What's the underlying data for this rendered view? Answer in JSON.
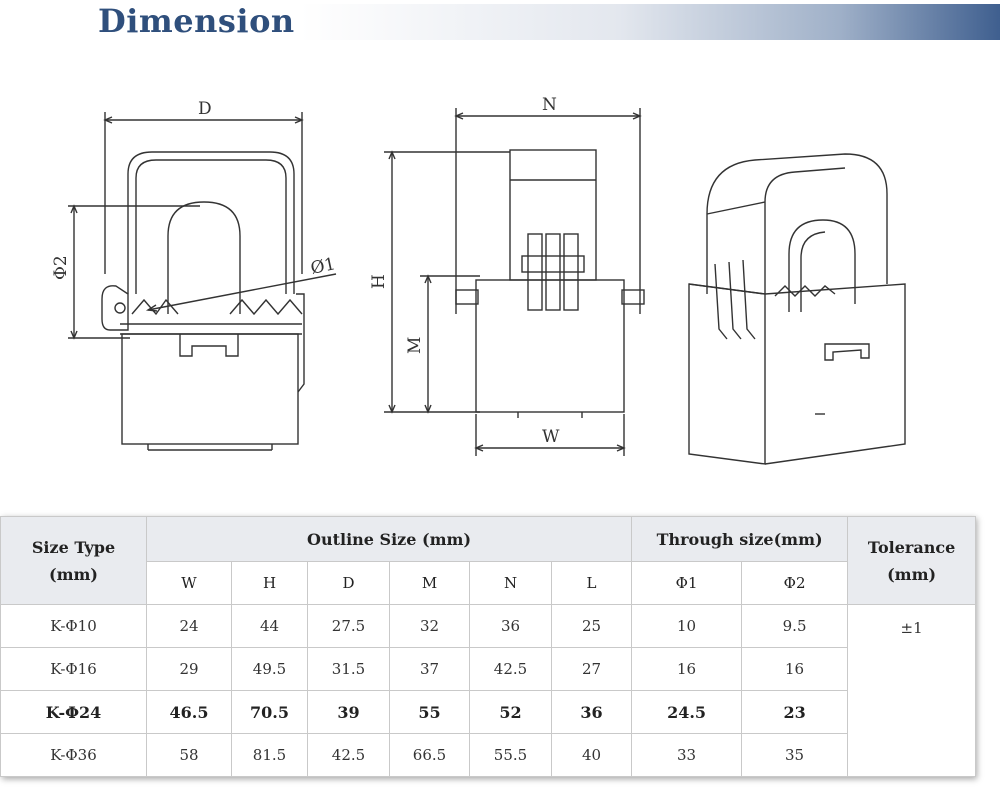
{
  "header": {
    "title": "Dimension"
  },
  "drawings": {
    "front_labels": {
      "d": "D",
      "phi2": "Φ2",
      "phi1": "Ø1"
    },
    "side_labels": {
      "n": "N",
      "h": "H",
      "m": "M",
      "w": "W"
    }
  },
  "table": {
    "size_type_header": "Size Type",
    "size_type_unit": "(mm)",
    "outline_header": "Outline Size (mm)",
    "through_header": "Through size(mm)",
    "tolerance_header": "Tolerance",
    "tolerance_unit": "(mm)",
    "outline_columns": [
      "W",
      "H",
      "D",
      "M",
      "N",
      "L"
    ],
    "through_columns": [
      "Φ1",
      "Φ2"
    ],
    "tolerance_value": "±1",
    "rows": [
      {
        "type": "K-Φ10",
        "values": [
          "24",
          "44",
          "27.5",
          "32",
          "36",
          "25",
          "10",
          "9.5"
        ],
        "highlight": false
      },
      {
        "type": "K-Φ16",
        "values": [
          "29",
          "49.5",
          "31.5",
          "37",
          "42.5",
          "27",
          "16",
          "16"
        ],
        "highlight": false
      },
      {
        "type": "K-Φ24",
        "values": [
          "46.5",
          "70.5",
          "39",
          "55",
          "52",
          "36",
          "24.5",
          "23"
        ],
        "highlight": true
      },
      {
        "type": "K-Φ36",
        "values": [
          "58",
          "81.5",
          "42.5",
          "66.5",
          "55.5",
          "40",
          "33",
          "35"
        ],
        "highlight": false
      }
    ]
  }
}
